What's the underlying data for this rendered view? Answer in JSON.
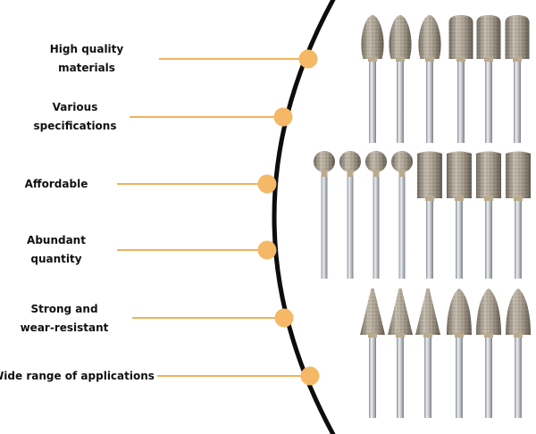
{
  "features": [
    {
      "lines": [
        "High quality",
        "materials"
      ]
    },
    {
      "lines": [
        "Various",
        "specifications"
      ]
    },
    {
      "lines": [
        "Affordable"
      ]
    },
    {
      "lines": [
        "Abundant",
        "quantity"
      ]
    },
    {
      "lines": [
        "Strong and",
        "wear-resistant"
      ]
    },
    {
      "lines": [
        "Wide range of applications"
      ]
    }
  ],
  "colors": {
    "accent_dot": "#F4B867",
    "connector_line": "#F2B25E",
    "arc": "#0d0d0d",
    "metal_head": "#9a8f80",
    "metal_shank": "#c9ccd0"
  },
  "product_rows": [
    {
      "head_shapes": [
        "egg",
        "egg",
        "egg",
        "cylinder-rounded",
        "cylinder-rounded",
        "cylinder-rounded"
      ]
    },
    {
      "head_shapes": [
        "ball",
        "ball",
        "ball",
        "ball",
        "cylinder",
        "cylinder",
        "cylinder",
        "cylinder"
      ]
    },
    {
      "head_shapes": [
        "cone",
        "cone",
        "cone",
        "bullet",
        "bullet",
        "bullet"
      ]
    }
  ]
}
